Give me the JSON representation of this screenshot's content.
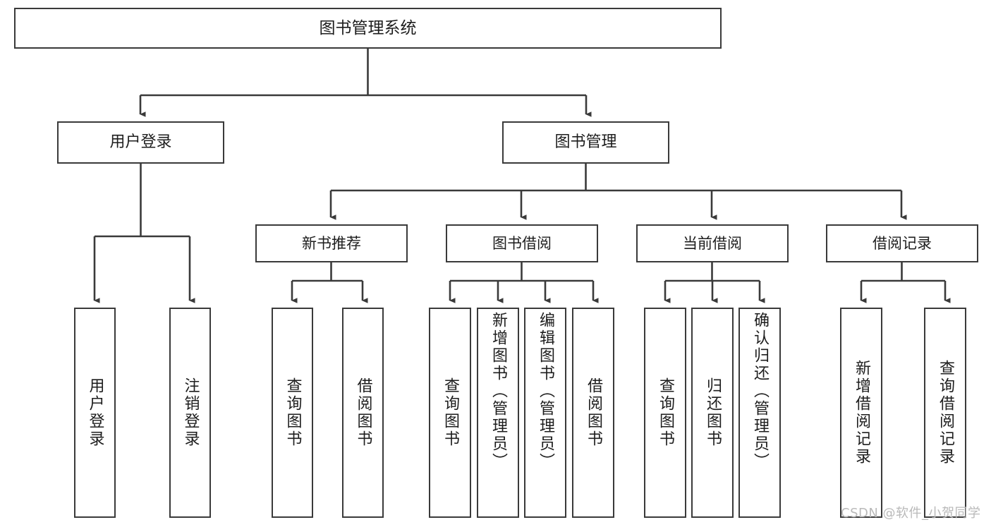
{
  "diagram": {
    "type": "tree-hierarchy-diagram",
    "title": "图书管理系统",
    "watermark": "CSDN @软件_小贺同学",
    "colors": {
      "box_border": "#3a3a3a",
      "box_fill": "#ffffff",
      "connector": "#3a3a3a",
      "text": "#1d1d1d",
      "watermark": "#b9b9b9",
      "background": "#ffffff"
    },
    "root": {
      "label": "图书管理系统"
    },
    "level2": [
      {
        "label": "用户登录"
      },
      {
        "label": "图书管理"
      }
    ],
    "level3": [
      {
        "label": "新书推荐"
      },
      {
        "label": "图书借阅"
      },
      {
        "label": "当前借阅"
      },
      {
        "label": "借阅记录"
      }
    ],
    "leaves": {
      "user_login": [
        {
          "label": "用户登录"
        },
        {
          "label": "注销登录"
        }
      ],
      "new_book_recommend": [
        {
          "label": "查询图书"
        },
        {
          "label": "借阅图书"
        }
      ],
      "book_borrow": [
        {
          "label": "查询图书"
        },
        {
          "label": "新增图书（管理员）"
        },
        {
          "label": "编辑图书（管理员）"
        },
        {
          "label": "借阅图书"
        }
      ],
      "current_borrow": [
        {
          "label": "查询图书"
        },
        {
          "label": "归还图书"
        },
        {
          "label": "确认归还（管理员）"
        }
      ],
      "borrow_record": [
        {
          "label": "新增借阅记录"
        },
        {
          "label": "查询借阅记录"
        }
      ]
    }
  }
}
